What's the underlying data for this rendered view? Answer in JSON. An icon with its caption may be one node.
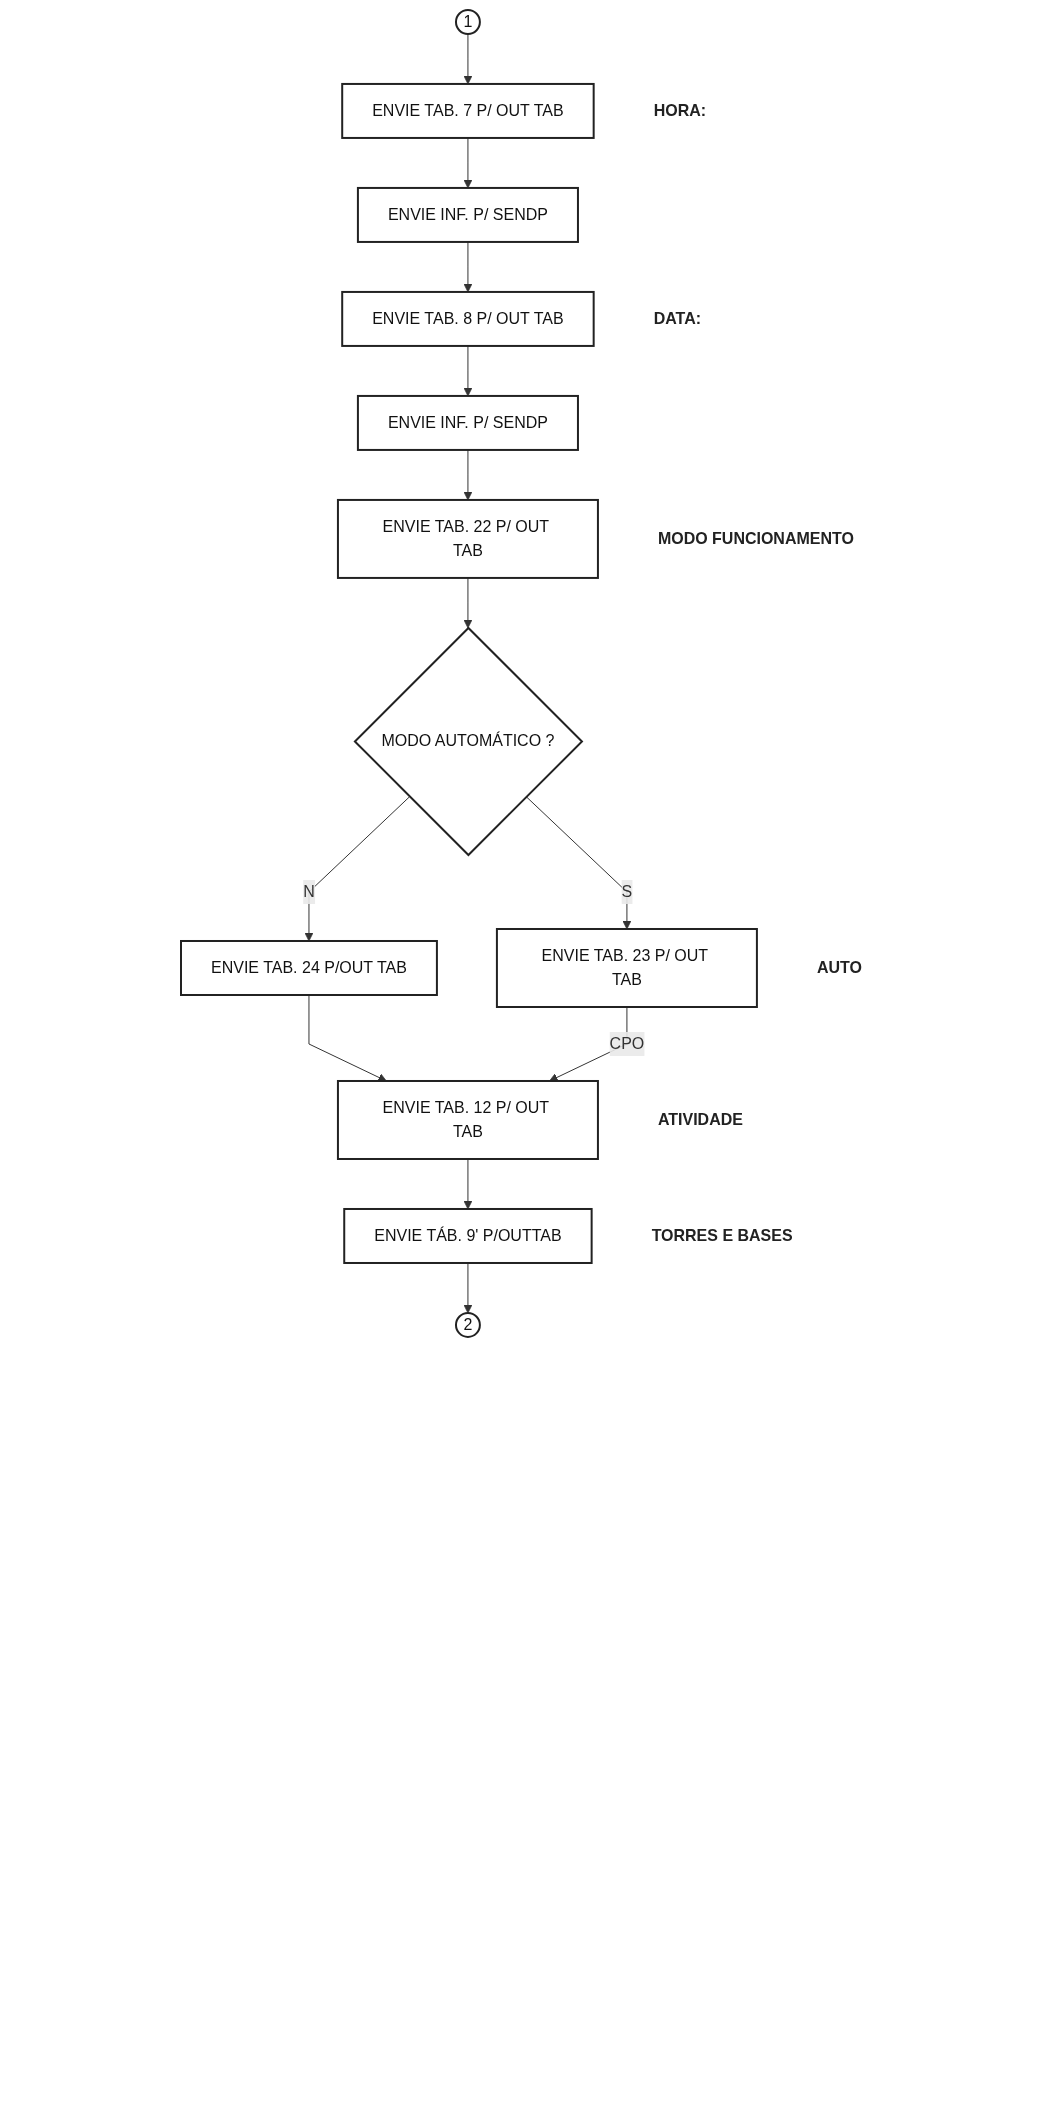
{
  "diagram": {
    "nodes": [
      {
        "text": [
          "1"
        ]
      },
      {
        "text": [
          "ENVIE TAB. 7 P/ OUT TAB"
        ],
        "beside": [
          "HORA:"
        ]
      },
      {
        "text": [
          "ENVIE INF. P/ SENDP"
        ]
      },
      {
        "text": [
          "ENVIE TAB. 8 P/ OUT TAB"
        ],
        "beside": [
          "DATA:"
        ]
      },
      {
        "text": [
          "ENVIE INF. P/ SENDP"
        ]
      },
      {
        "text": [
          "ENVIE TAB. 22 P/ OUT TAB"
        ],
        "beside": [
          "MODO FUNCIONAMENTO"
        ]
      },
      {
        "text": [
          "MODO AUTOMÁTICO ?"
        ]
      },
      {
        "text": [
          "ENVIE TAB. 23 P/ OUT TAB"
        ],
        "beside": [
          "AUTO"
        ]
      },
      {
        "text": [
          "ENVIE TAB. 24 P/OUT TAB"
        ]
      },
      {
        "text": [
          "ENVIE TAB. 12 P/ OUT TAB"
        ],
        "beside": [
          "ATIVIDADE"
        ]
      },
      {
        "text": [
          "ENVIE TÁB. 9' P/OUTTAB"
        ],
        "beside": [
          "TORRES E BASES"
        ]
      },
      {
        "text": [
          "2"
        ]
      }
    ],
    "edges": [
      {
        "from": 0,
        "to": 1,
        "arrow": "to"
      },
      {
        "from": 1,
        "to": 2,
        "arrow": "to"
      },
      {
        "from": 2,
        "to": 3,
        "arrow": "to"
      },
      {
        "from": 3,
        "to": 4,
        "arrow": "to"
      },
      {
        "from": 4,
        "to": 5,
        "arrow": "to"
      },
      {
        "from": 5,
        "to": 6,
        "arrow": "to"
      },
      {
        "from": 6,
        "to": 7,
        "arrow": "to",
        "label": "S"
      },
      {
        "from": 6,
        "to": 8,
        "arrow": "to",
        "label": "N"
      },
      {
        "from": 8,
        "to": 9,
        "arrow": "to"
      },
      {
        "from": 7,
        "to": 9,
        "arrow": "to",
        "label": "CPO"
      },
      {
        "from": 9,
        "to": 10,
        "arrow": "to"
      },
      {
        "from": 10,
        "to": 11,
        "arrow": "to"
      }
    ]
  }
}
